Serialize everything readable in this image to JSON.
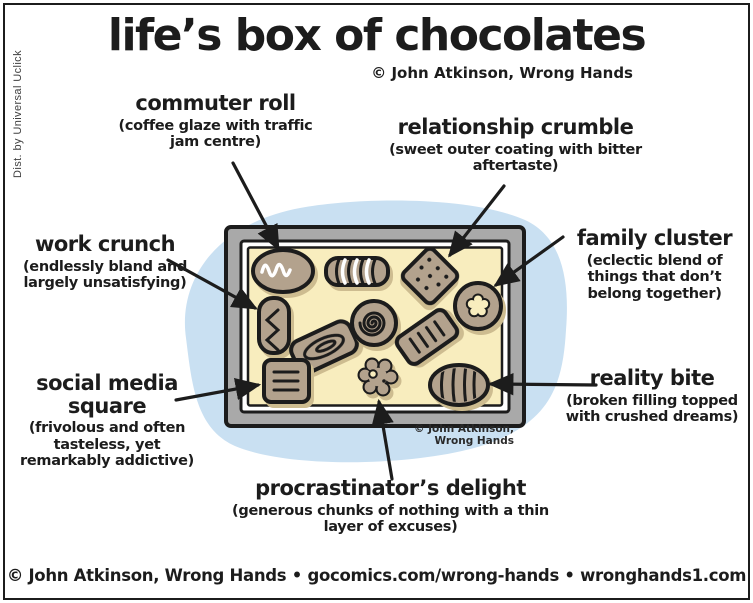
{
  "colors": {
    "ink": "#1c1c1c",
    "paper": "#ffffff",
    "blob": "#c9e0f2",
    "box-frame": "#a9a9a9",
    "box-inner": "#f8edbe",
    "chocolate": "#b3a28d",
    "chocolate-shadow": "#cdbc90"
  },
  "header": {
    "title": "life’s box of chocolates",
    "byline": "© John Atkinson, Wrong Hands"
  },
  "side": {
    "distribution_credit": "Dist. by Universal Uclick"
  },
  "box": {
    "credit": "© John Atkinson, Wrong Hands",
    "chocolates": [
      {
        "id": "commuter-roll",
        "shape": "oval with white squiggle"
      },
      {
        "id": "striped-roll",
        "shape": "cylinder with arc stripes"
      },
      {
        "id": "relationship-crumble",
        "shape": "dotted diamond cracker"
      },
      {
        "id": "family-cluster",
        "shape": "round with flower-shaped hole"
      },
      {
        "id": "work-crunch",
        "shape": "upright pill with zigzag"
      },
      {
        "id": "glazed-bar",
        "shape": "tilted bar with glaze loop"
      },
      {
        "id": "spiral-round",
        "shape": "round with spiral"
      },
      {
        "id": "striped-bar",
        "shape": "tilted bar with dashes"
      },
      {
        "id": "social-media-square",
        "shape": "square with three bars"
      },
      {
        "id": "procrastinators-delight",
        "shape": "lumpy flower cluster"
      },
      {
        "id": "reality-bite",
        "shape": "oval with vertical stripes"
      }
    ]
  },
  "labels": [
    {
      "id": "commuter-roll",
      "name": "commuter roll",
      "desc": "(coffee glaze with traffic jam centre)"
    },
    {
      "id": "relationship-crumble",
      "name": "relationship crumble",
      "desc": "(sweet outer coating with bitter aftertaste)"
    },
    {
      "id": "work-crunch",
      "name": "work crunch",
      "desc": "(endlessly bland and largely unsatisfying)"
    },
    {
      "id": "family-cluster",
      "name": "family cluster",
      "desc": "(eclectic blend of things that don’t belong together)"
    },
    {
      "id": "social-media-square",
      "name": "social media square",
      "desc": "(frivolous and often tasteless, yet remarkably addictive)"
    },
    {
      "id": "reality-bite",
      "name": "reality bite",
      "desc": "(broken filling topped with crushed dreams)"
    },
    {
      "id": "procrastinators-delight",
      "name": "procrastinator’s delight",
      "desc": "(generous chunks of nothing with a thin layer of excuses)"
    }
  ],
  "footer": {
    "credit_line": "© John Atkinson, Wrong Hands • gocomics.com/wrong-hands • wronghands1.com"
  }
}
